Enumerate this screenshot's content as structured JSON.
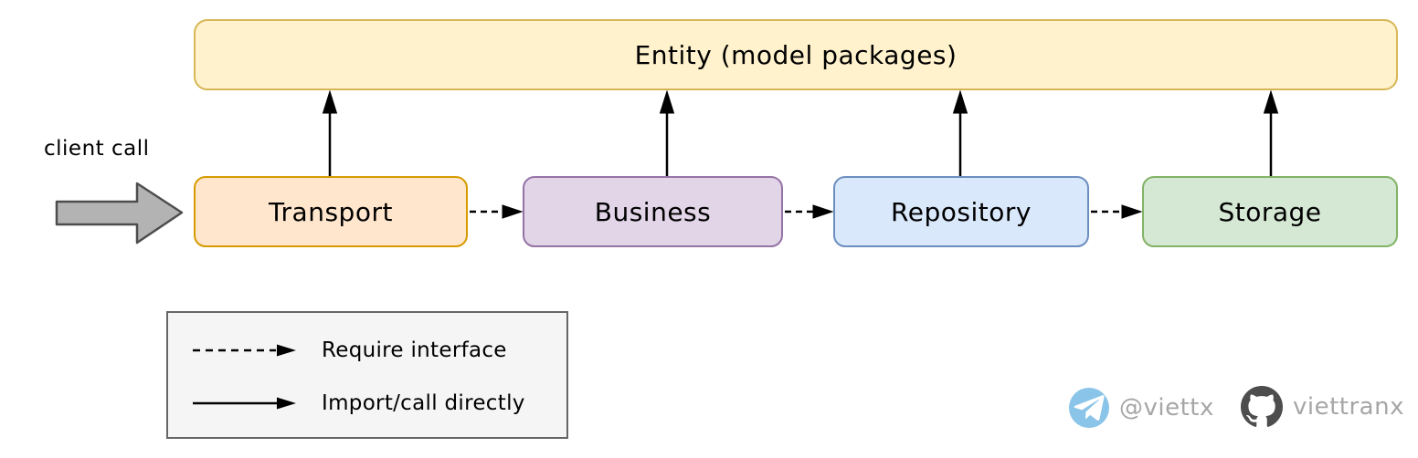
{
  "diagram": {
    "entity": {
      "label": "Entity (model packages)",
      "fill": "#FFF2CC",
      "stroke": "#D6B656"
    },
    "client_call_label": "client call",
    "layers": [
      {
        "label": "Transport",
        "fill": "#FFE6CC",
        "stroke": "#D79B00"
      },
      {
        "label": "Business",
        "fill": "#E1D5E7",
        "stroke": "#9673A6"
      },
      {
        "label": "Repository",
        "fill": "#DAE8FC",
        "stroke": "#6C8EBF"
      },
      {
        "label": "Storage",
        "fill": "#D5E8D4",
        "stroke": "#82B366"
      }
    ],
    "connections": [
      {
        "from": "client",
        "to": "Transport",
        "type": "client-call-block-arrow"
      },
      {
        "from": "Transport",
        "to": "Business",
        "type": "require-interface"
      },
      {
        "from": "Business",
        "to": "Repository",
        "type": "require-interface"
      },
      {
        "from": "Repository",
        "to": "Storage",
        "type": "require-interface"
      },
      {
        "from": "Transport",
        "to": "Entity",
        "type": "import-call-directly"
      },
      {
        "from": "Business",
        "to": "Entity",
        "type": "import-call-directly"
      },
      {
        "from": "Repository",
        "to": "Entity",
        "type": "import-call-directly"
      },
      {
        "from": "Storage",
        "to": "Entity",
        "type": "import-call-directly"
      }
    ],
    "arrow_color": "#000000",
    "client_arrow": {
      "fill": "#B3B3B3",
      "stroke": "#4D4D4D"
    },
    "legend": {
      "fill": "#F5F5F5",
      "stroke": "#666666",
      "items": [
        {
          "arrow_style": "dashed",
          "label": "Require interface"
        },
        {
          "arrow_style": "solid",
          "label": "Import/call directly"
        }
      ]
    }
  },
  "footer": {
    "telegram": {
      "icon": "telegram-paper-plane",
      "handle": "@viettx",
      "color": "#8AC4E9"
    },
    "github": {
      "icon": "github-octocat-mark",
      "handle": "viettranx",
      "color": "#4D4D4D"
    },
    "handle_text_color": "#A6A6A6"
  }
}
